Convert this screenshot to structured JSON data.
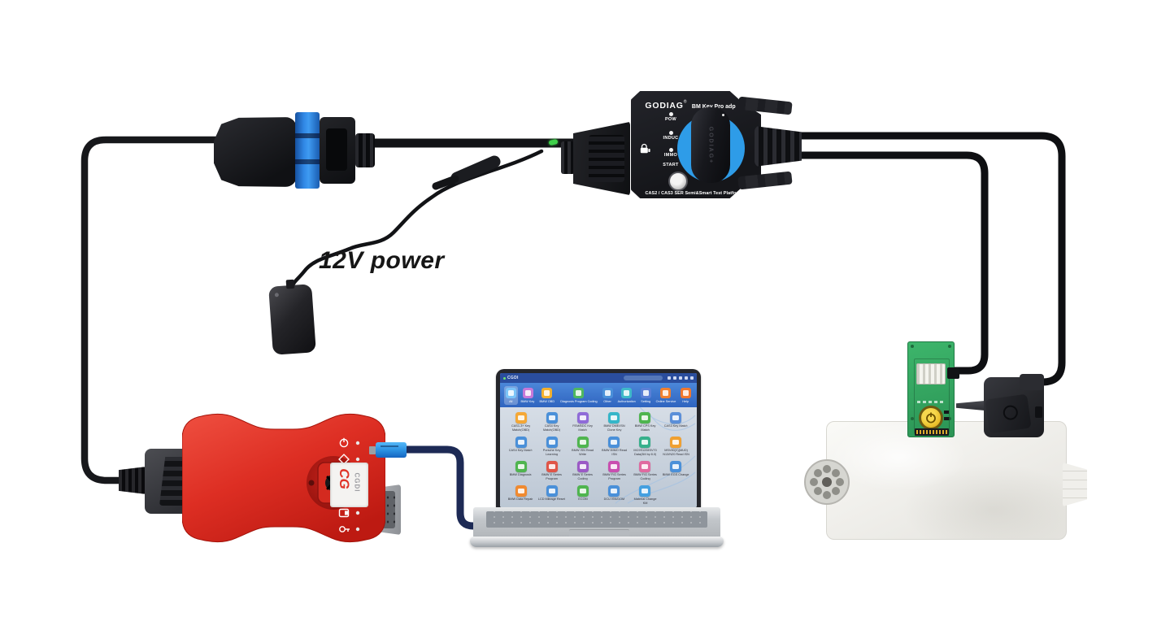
{
  "diagram": {
    "power_label": "12V power"
  },
  "godiag": {
    "brand": "GODIAG",
    "trademark": "®",
    "model": "BM Key Pro adp",
    "led_labels": [
      "POW",
      "INDUC",
      "IMMO"
    ],
    "start_label": "START",
    "footer": "CAS2 / CAS3 SER Semi&Smart Test Platform",
    "fob_text": "GODIAG+",
    "accent_blue": "#2e9ce8"
  },
  "cgdi_device": {
    "logo_mark": "CG",
    "logo_text": "CGDI",
    "body_color": "#d8261d"
  },
  "laptop": {
    "app_title": "CGDI",
    "tabs": [
      {
        "label": "All",
        "color": "#7cc4f8",
        "active": true
      },
      {
        "label": "BMW Key",
        "color": "#c678d8"
      },
      {
        "label": "BMW OBD",
        "color": "#f2b02e"
      },
      {
        "label": "Diagnosis Program Coding",
        "color": "#4fb860"
      },
      {
        "label": "Other",
        "color": "#4a90d9"
      },
      {
        "label": "Authorization",
        "color": "#3fb9c9"
      },
      {
        "label": "Setting",
        "color": "#5a7fd6"
      },
      {
        "label": "Online Service",
        "color": "#f08030"
      },
      {
        "label": "Help",
        "color": "#f0772e"
      }
    ],
    "apps": [
      {
        "label": "CAS1-3+ Key Match(OBD)",
        "color": "#f5a836"
      },
      {
        "label": "CAS4 Key Match(OBD)",
        "color": "#4a90d9"
      },
      {
        "label": "FEM/BDC Key Match",
        "color": "#8f6bd8"
      },
      {
        "label": "BMW DME/ISN Clone Key",
        "color": "#35b6c9"
      },
      {
        "label": "BMW CPS Key Match",
        "color": "#4fb54f"
      },
      {
        "label": "CAS3 Key Match",
        "color": "#5b8fd9"
      },
      {
        "label": "CAS4 Key Match",
        "color": "#4a90d9"
      },
      {
        "label": "Porsche Key Learning",
        "color": "#4a90d9"
      },
      {
        "label": "BMW ISN Read Write",
        "color": "#4fb54f"
      },
      {
        "label": "BMW IMMO Read ISN",
        "color": "#4a90d9"
      },
      {
        "label": "MC9S12/MSV70 Data(3M by 8.0)",
        "color": "#37b08c"
      },
      {
        "label": "MSV80(X)(MUD) N13/N20 Read ISN",
        "color": "#f0a030"
      },
      {
        "label": "BMW Diagnosis",
        "color": "#4fb54f"
      },
      {
        "label": "BMW E Series Program",
        "color": "#e05548"
      },
      {
        "label": "BMW E Series Coding",
        "color": "#9b59c6"
      },
      {
        "label": "BMW F/G Series Program",
        "color": "#c94fb0"
      },
      {
        "label": "BMW F/G Series Coding",
        "color": "#e06aa0"
      },
      {
        "label": "BMW EGS Change",
        "color": "#4a90d9"
      },
      {
        "label": "BMW Data Repair",
        "color": "#f08a30"
      },
      {
        "label": "LCD Mileage Reset",
        "color": "#4a90d9"
      },
      {
        "label": "ECOM",
        "color": "#4fb54f"
      },
      {
        "label": "DCU ISN/DOM",
        "color": "#4a90d9"
      },
      {
        "label": "Material Change KM",
        "color": "#45a0e0"
      }
    ]
  }
}
